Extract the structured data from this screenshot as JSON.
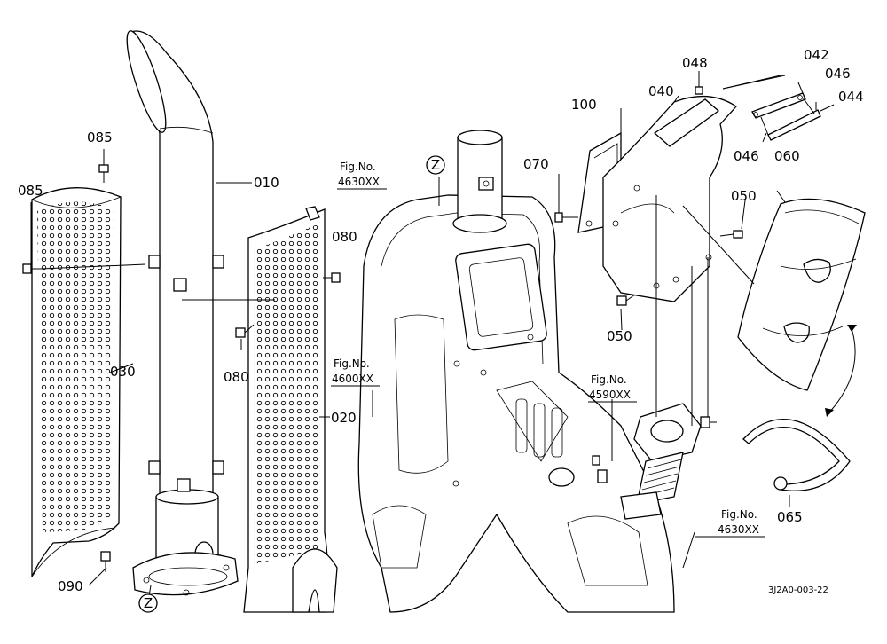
{
  "callouts": {
    "p010": "010",
    "p020": "020",
    "p030": "030",
    "p040": "040",
    "p042": "042",
    "p044": "044",
    "p046a": "046",
    "p046b": "046",
    "p048": "048",
    "p050a": "050",
    "p050b": "050",
    "p060": "060",
    "p065": "065",
    "p070": "070",
    "p080a": "080",
    "p080b": "080",
    "p085a": "085",
    "p085b": "085",
    "p090": "090",
    "p100": "100"
  },
  "references": {
    "fig_label": "Fig.No.",
    "ref1": "4630XX",
    "ref2": "4600XX",
    "ref3": "4590XX",
    "ref4": "4630XX"
  },
  "markers": {
    "z1": "Z",
    "z2": "Z"
  },
  "drawing_code": "3J2A0-003-22"
}
